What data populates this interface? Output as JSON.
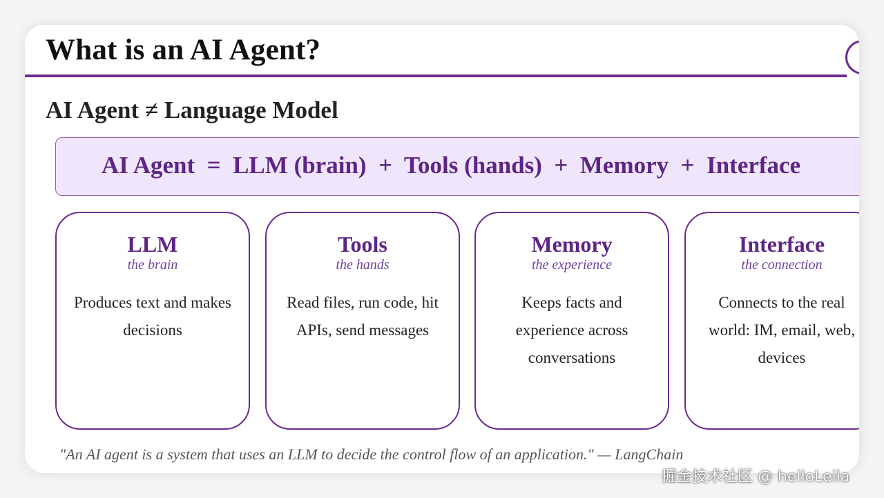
{
  "slide": {
    "title": "What is an AI Agent?",
    "subtitle": "AI Agent ≠ Language Model",
    "equation": "AI Agent  =  LLM (brain)  +  Tools (hands)  +  Memory  +  Interface",
    "cards": [
      {
        "title": "LLM",
        "subtitle": "the brain",
        "description": "Produces text and makes decisions"
      },
      {
        "title": "Tools",
        "subtitle": "the hands",
        "description": "Read files, run code, hit APIs, send messages"
      },
      {
        "title": "Memory",
        "subtitle": "the experience",
        "description": "Keeps facts and experience across conversations"
      },
      {
        "title": "Interface",
        "subtitle": "the connection",
        "description": "Connects to the real world: IM, email, web, devices"
      }
    ],
    "quote": "\"An AI agent is a system that uses an LLM to decide the control flow of an application.\" — LangChain"
  },
  "watermark": "掘金技术社区 @ helloLeila",
  "colors": {
    "accent": "#6b2a8f",
    "accent_text": "#5e2586",
    "equation_bg": "#efe6fb"
  }
}
